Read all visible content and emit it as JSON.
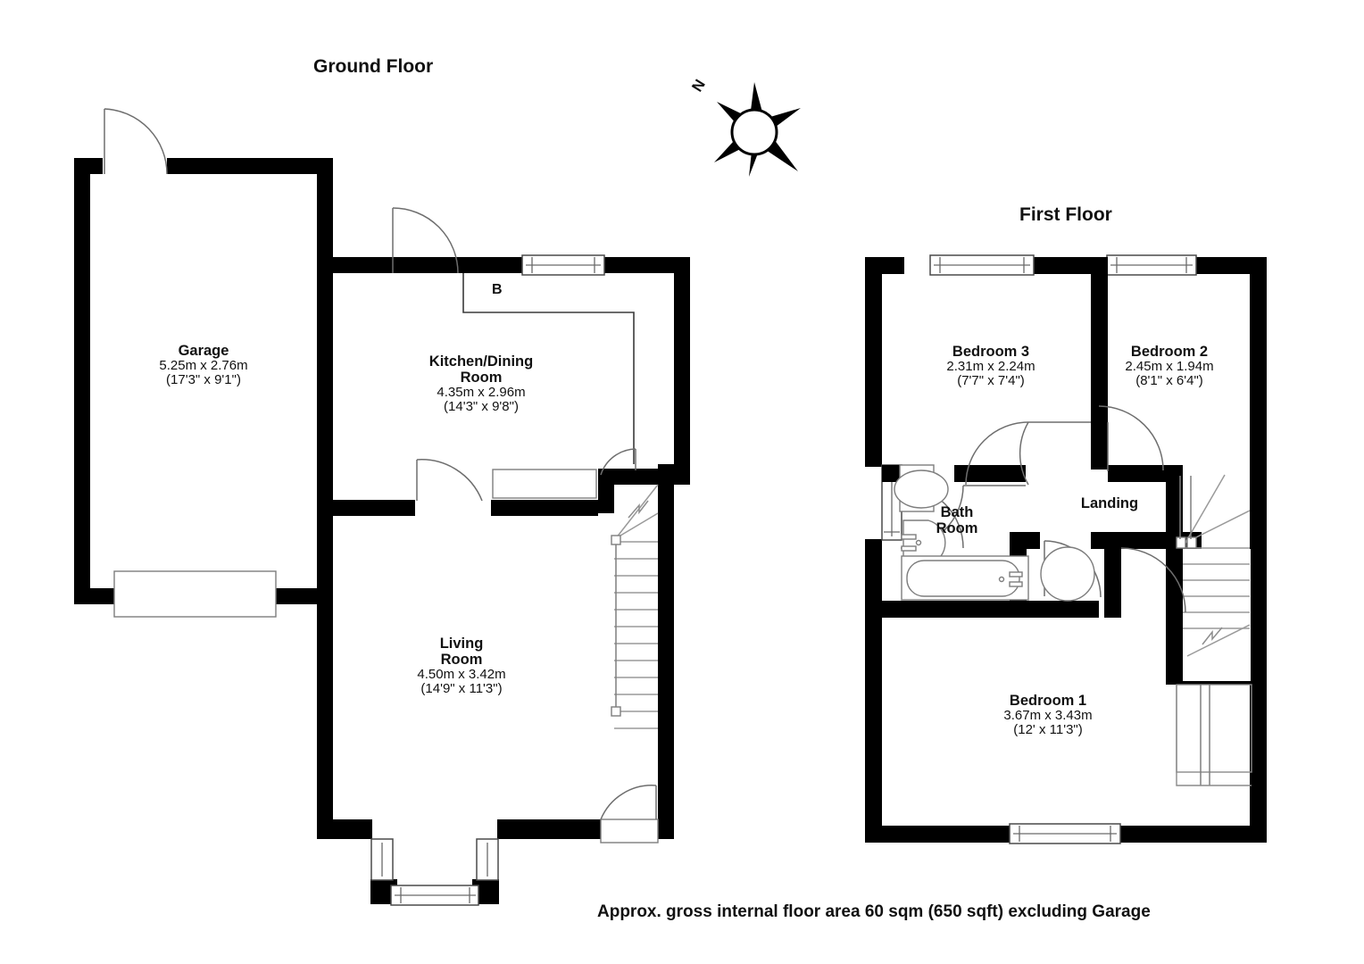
{
  "document": {
    "type": "residential-floor-plan",
    "footer_note": "Approx. gross internal floor area 60 sqm (650 sqft) excluding Garage"
  },
  "compass": {
    "label": "N",
    "name": "north-compass"
  },
  "floors": [
    {
      "id": "ground",
      "title": "Ground Floor",
      "rooms": [
        {
          "key": "garage",
          "name": "Garage",
          "dim_metric": "5.25m x 2.76m",
          "dim_imperial": "(17'3\" x 9'1\")"
        },
        {
          "key": "kitchen-dining",
          "name": "Kitchen/Dining",
          "name_line2": "Room",
          "dim_metric": "4.35m x 2.96m",
          "dim_imperial": "(14'3\" x 9'8\")"
        },
        {
          "key": "living",
          "name": "Living",
          "name_line2": "Room",
          "dim_metric": "4.50m x 3.42m",
          "dim_imperial": "(14'9\" x 11'3\")"
        }
      ],
      "markers": [
        {
          "key": "boiler",
          "label": "B"
        }
      ]
    },
    {
      "id": "first",
      "title": "First Floor",
      "rooms": [
        {
          "key": "bedroom-3",
          "name": "Bedroom 3",
          "dim_metric": "2.31m x 2.24m",
          "dim_imperial": "(7'7\" x 7'4\")"
        },
        {
          "key": "bedroom-2",
          "name": "Bedroom 2",
          "dim_metric": "2.45m x 1.94m",
          "dim_imperial": "(8'1\" x 6'4\")"
        },
        {
          "key": "bedroom-1",
          "name": "Bedroom 1",
          "dim_metric": "3.67m x 3.43m",
          "dim_imperial": "(12' x 11'3\")"
        },
        {
          "key": "bathroom",
          "name": "Bath",
          "name_line2": "Room",
          "dim_metric": "",
          "dim_imperial": ""
        },
        {
          "key": "landing",
          "name": "Landing",
          "dim_metric": "",
          "dim_imperial": ""
        }
      ]
    }
  ],
  "colors": {
    "wall": "#000000",
    "background": "#ffffff",
    "text": "#111111",
    "thin_line": "#6e6e6e"
  }
}
